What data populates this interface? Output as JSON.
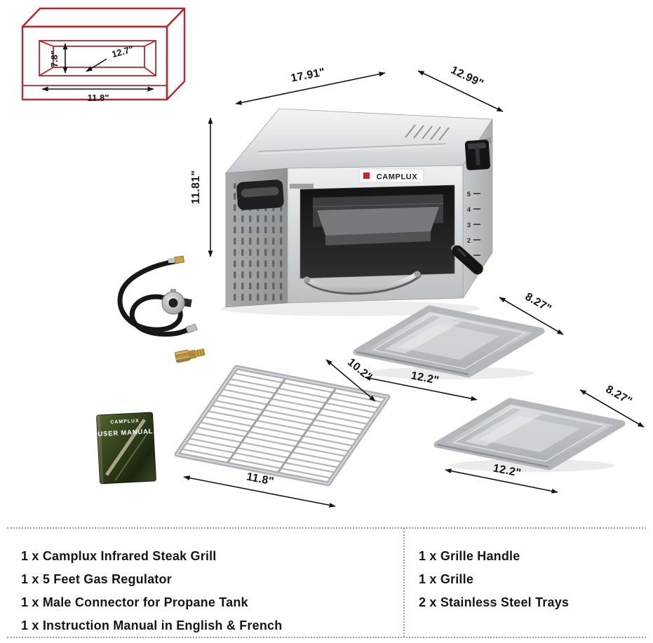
{
  "schematic": {
    "dim_inner_height": "7.8\"",
    "dim_depth": "12.7\"",
    "dim_width": "11.8\""
  },
  "grill": {
    "brand": "CAMPLUX",
    "dim_width": "17.91\"",
    "dim_depth": "12.99\"",
    "dim_height": "11.81\"",
    "knob_scale": [
      "5",
      "4",
      "3",
      "2",
      "1"
    ]
  },
  "manual": {
    "brand": "CAMPLUX",
    "title": "USER MANUAL"
  },
  "grate": {
    "dim_depth": "10.2\"",
    "dim_width": "11.8\""
  },
  "trays": {
    "tray1": {
      "dim_depth": "8.27\"",
      "dim_width": "12.2\""
    },
    "tray2": {
      "dim_depth": "8.27\"",
      "dim_width": "12.2\""
    }
  },
  "included": {
    "left": [
      "1 x Camplux Infrared Steak Grill",
      "1 x 5 Feet Gas Regulator",
      "1 x Male Connector for Propane Tank",
      "1 x Instruction Manual in English & French"
    ],
    "right": [
      "1 x Grille Handle",
      "1 x Grille",
      "2 x Stainless Steel Trays"
    ]
  }
}
